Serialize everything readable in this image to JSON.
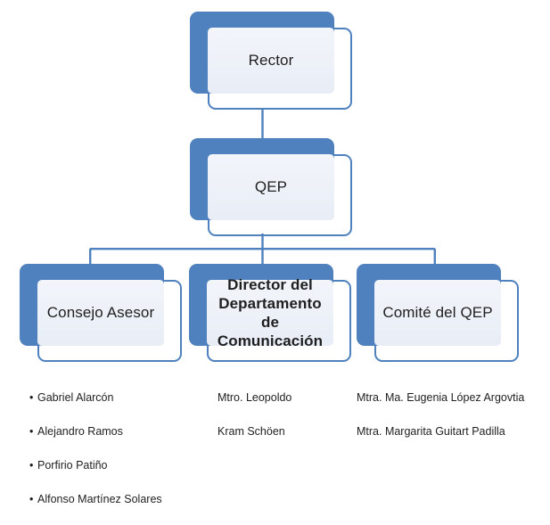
{
  "diagram": {
    "title": "Organigrama QEP",
    "type": "org-chart",
    "colors": {
      "accent_blue": "#4E81BD",
      "box_fill": "#EDF1F8",
      "connector": "#4E81BD",
      "text": "#1F1F1F",
      "background": "#FFFFFF"
    },
    "nodes": [
      {
        "id": "rector",
        "label": "Rector",
        "level": 0,
        "bold": false
      },
      {
        "id": "qep",
        "label": "QEP",
        "level": 1,
        "bold": false
      },
      {
        "id": "consejo-asesor",
        "label": "Consejo Asesor",
        "level": 2,
        "bold": false
      },
      {
        "id": "director-departamento-comunicacion",
        "label": "Director del\nDepartamento de\nComunicación",
        "level": 2,
        "bold": true
      },
      {
        "id": "comite-del-qep",
        "label": "Comité del QEP",
        "level": 2,
        "bold": false
      }
    ],
    "edges": [
      {
        "from": "rector",
        "to": "qep"
      },
      {
        "from": "qep",
        "to": "consejo-asesor"
      },
      {
        "from": "qep",
        "to": "director-departamento-comunicacion"
      },
      {
        "from": "qep",
        "to": "comite-del-qep"
      }
    ],
    "captions": [
      {
        "id": "consejo-asesor-members",
        "for": "consejo-asesor",
        "bulleted": true,
        "lines": [
          "Gabriel Alarcón",
          "Alejandro Ramos",
          "Porfirio Patiño",
          "Alfonso Martínez Solares"
        ]
      },
      {
        "id": "director-comunicacion-person",
        "for": "director-departamento-comunicacion",
        "bulleted": false,
        "lines": [
          "Mtro. Leopoldo",
          "Kram Schöen"
        ]
      },
      {
        "id": "comite-qep-members",
        "for": "comite-del-qep",
        "bulleted": false,
        "lines": [
          "Mtra. Ma. Eugenia López Argovtia",
          "Mtra. Margarita Guitart Padilla"
        ]
      }
    ]
  }
}
